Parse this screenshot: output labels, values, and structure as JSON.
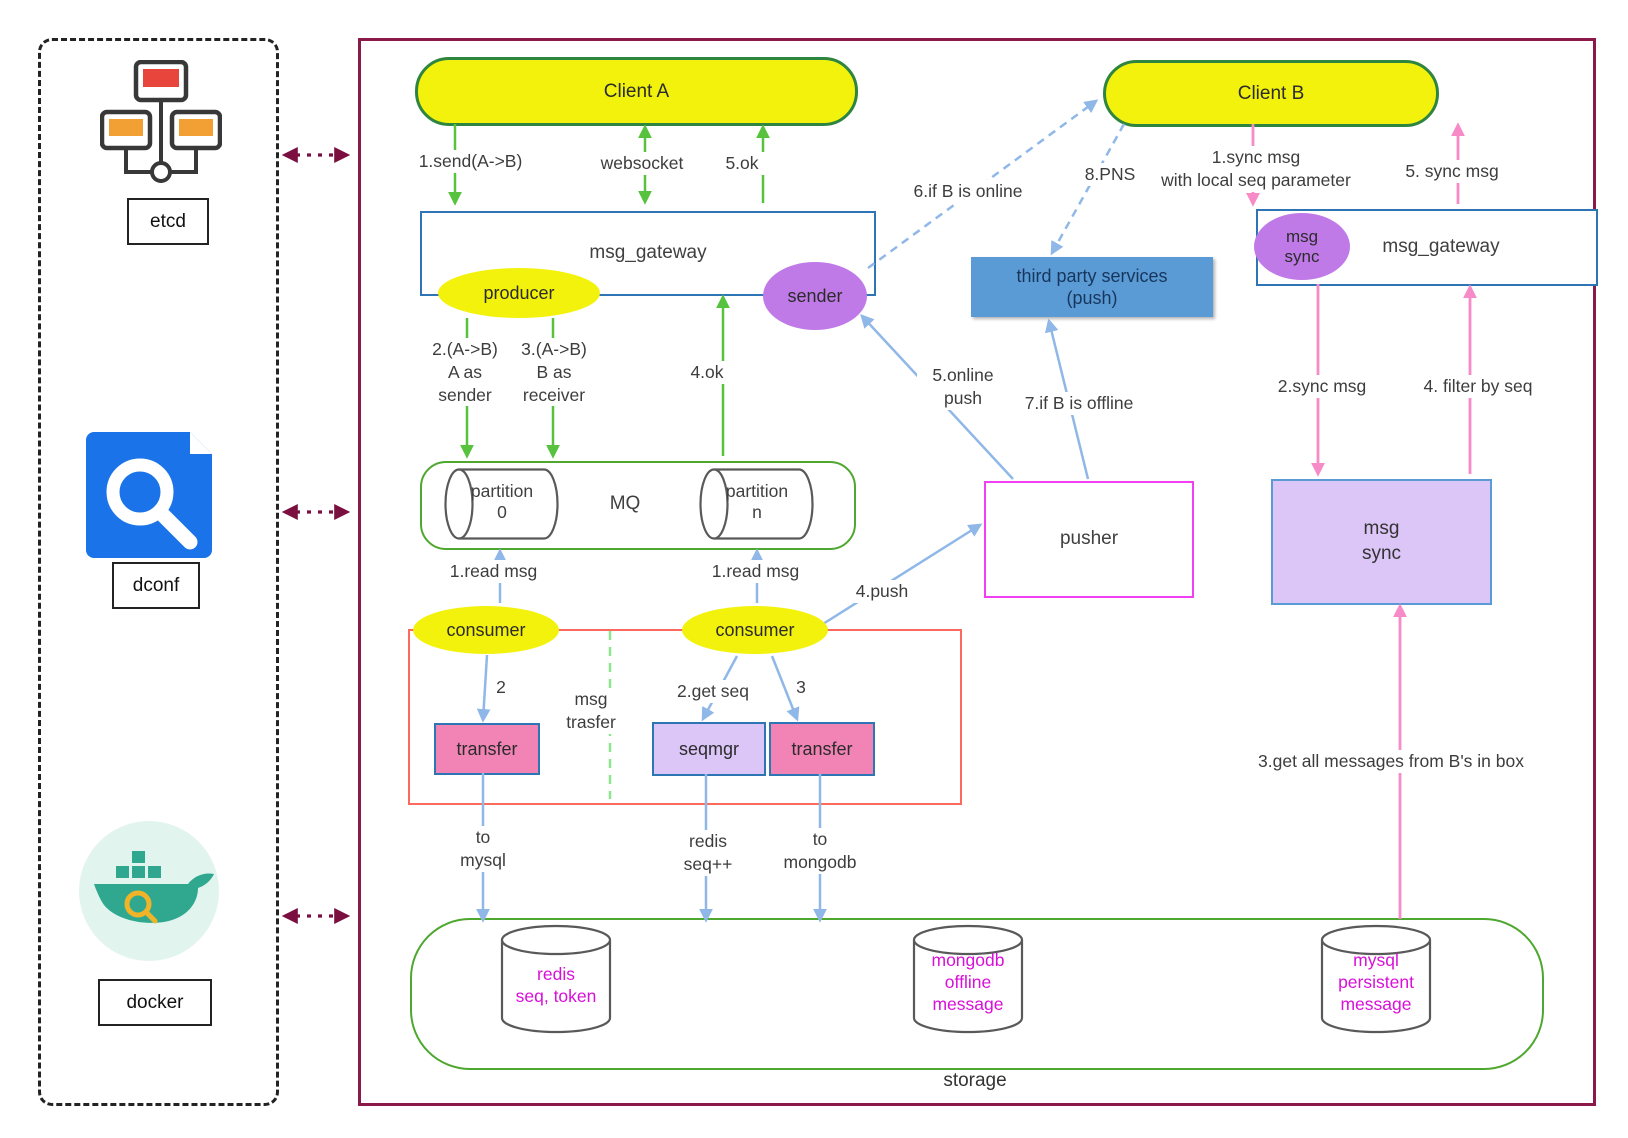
{
  "sidebar": {
    "items": [
      {
        "label": "etcd"
      },
      {
        "label": "dconf"
      },
      {
        "label": "docker"
      }
    ]
  },
  "nodes": {
    "client_a": "Client A",
    "client_b": "Client B",
    "msg_gateway_left": "msg_gateway",
    "msg_gateway_right": "msg_gateway",
    "producer": "producer",
    "sender": "sender",
    "mq": "MQ",
    "partition_0": "partition\n0",
    "partition_n": "partition\nn",
    "consumer_left": "consumer",
    "consumer_right": "consumer",
    "transfer_left": "transfer",
    "seqmgr": "seqmgr",
    "transfer_right": "transfer",
    "pusher": "pusher",
    "third_party_services": "third party services\n(push)",
    "msg_sync_badge": "msg\nsync",
    "msg_sync_box": "msg\nsync",
    "storage": "storage",
    "redis_db": "redis\nseq, token",
    "mongodb_db": "mongodb\noffline\nmessage",
    "mysql_db": "mysql\npersistent\nmessage"
  },
  "edge_labels": {
    "send_a_b": "1.send(A->B)",
    "websocket": "websocket",
    "ok_5": "5.ok",
    "a_as_sender": "2.(A->B)\nA as\nsender",
    "b_as_receiver": "3.(A->B)\nB as\nreceiver",
    "ok_4": "4.ok",
    "read_msg_left": "1.read msg",
    "read_msg_right": "1.read msg",
    "step_2": "2",
    "get_seq": "2.get seq",
    "step_3": "3",
    "msg_trasfer": "msg\ntrasfer",
    "to_mysql": "to\nmysql",
    "redis_seq_inc": "redis\nseq++",
    "to_mongodb": "to\nmongodb",
    "push_4": "4.push",
    "online_push": "5.online\npush",
    "if_b_offline": "7.if B is offline",
    "if_b_online": "6.if B is online",
    "pns": "8.PNS",
    "sync_msg_with_seq": "1.sync msg\nwith local seq parameter",
    "sync_msg_5": "5. sync msg",
    "sync_msg_2": "2.sync msg",
    "filter_by_seq": "4. filter by seq",
    "get_all_messages": "3.get all messages from B's in box"
  },
  "colors": {
    "maroon": "#8b1a4a",
    "yellow": "#f3f20d",
    "green-dark": "#2e8540",
    "green-border": "#4ea72e",
    "green-arrow": "#56c23d",
    "blue-border": "#2e75b6",
    "blue-fill": "#5b9bd5",
    "blue-arrow": "#8fb8e8",
    "purple": "#c07ae8",
    "light-purple": "#dcc5f7",
    "pink": "#f283b5",
    "pink-arrow": "#f78bc8",
    "pusher-magenta": "#f23ff2",
    "red-group": "#fb6a5d",
    "magenta-text": "#d810d8"
  }
}
